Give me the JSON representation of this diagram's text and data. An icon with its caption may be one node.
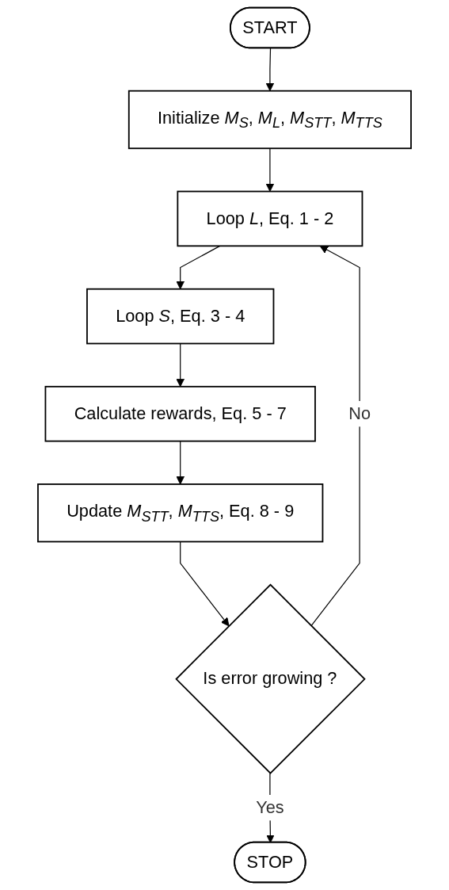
{
  "diagram": {
    "nodes": [
      {
        "text": [
          "START"
        ]
      },
      {
        "text": [
          "Initialize *M*$_{S}$, *M*$_{L}$, *M*$_{STT}$, *M*$_{TTS}$"
        ]
      },
      {
        "text": [
          "Loop *L*, Eq. 1 - 2"
        ]
      },
      {
        "text": [
          "Loop *S*, Eq. 3 - 4"
        ]
      },
      {
        "text": [
          "Calculate rewards, Eq. 5 - 7"
        ]
      },
      {
        "text": [
          "Update *M*$_{STT}$, *M*$_{TTS}$, Eq. 8 - 9"
        ]
      },
      {
        "text": [
          "Is error growing ?"
        ]
      },
      {
        "text": [
          "STOP"
        ]
      }
    ],
    "edges": [
      {
        "from": 0,
        "to": 1,
        "arrow": "to"
      },
      {
        "from": 1,
        "to": 2,
        "arrow": "to"
      },
      {
        "from": 2,
        "to": 3,
        "arrow": "to"
      },
      {
        "from": 3,
        "to": 4,
        "arrow": "to"
      },
      {
        "from": 4,
        "to": 5,
        "arrow": "to"
      },
      {
        "from": 5,
        "to": 6,
        "arrow": "to"
      },
      {
        "from": 6,
        "to": 2,
        "label": "No",
        "arrow": "to"
      },
      {
        "from": 6,
        "to": 7,
        "label": "Yes",
        "arrow": "to"
      }
    ]
  }
}
